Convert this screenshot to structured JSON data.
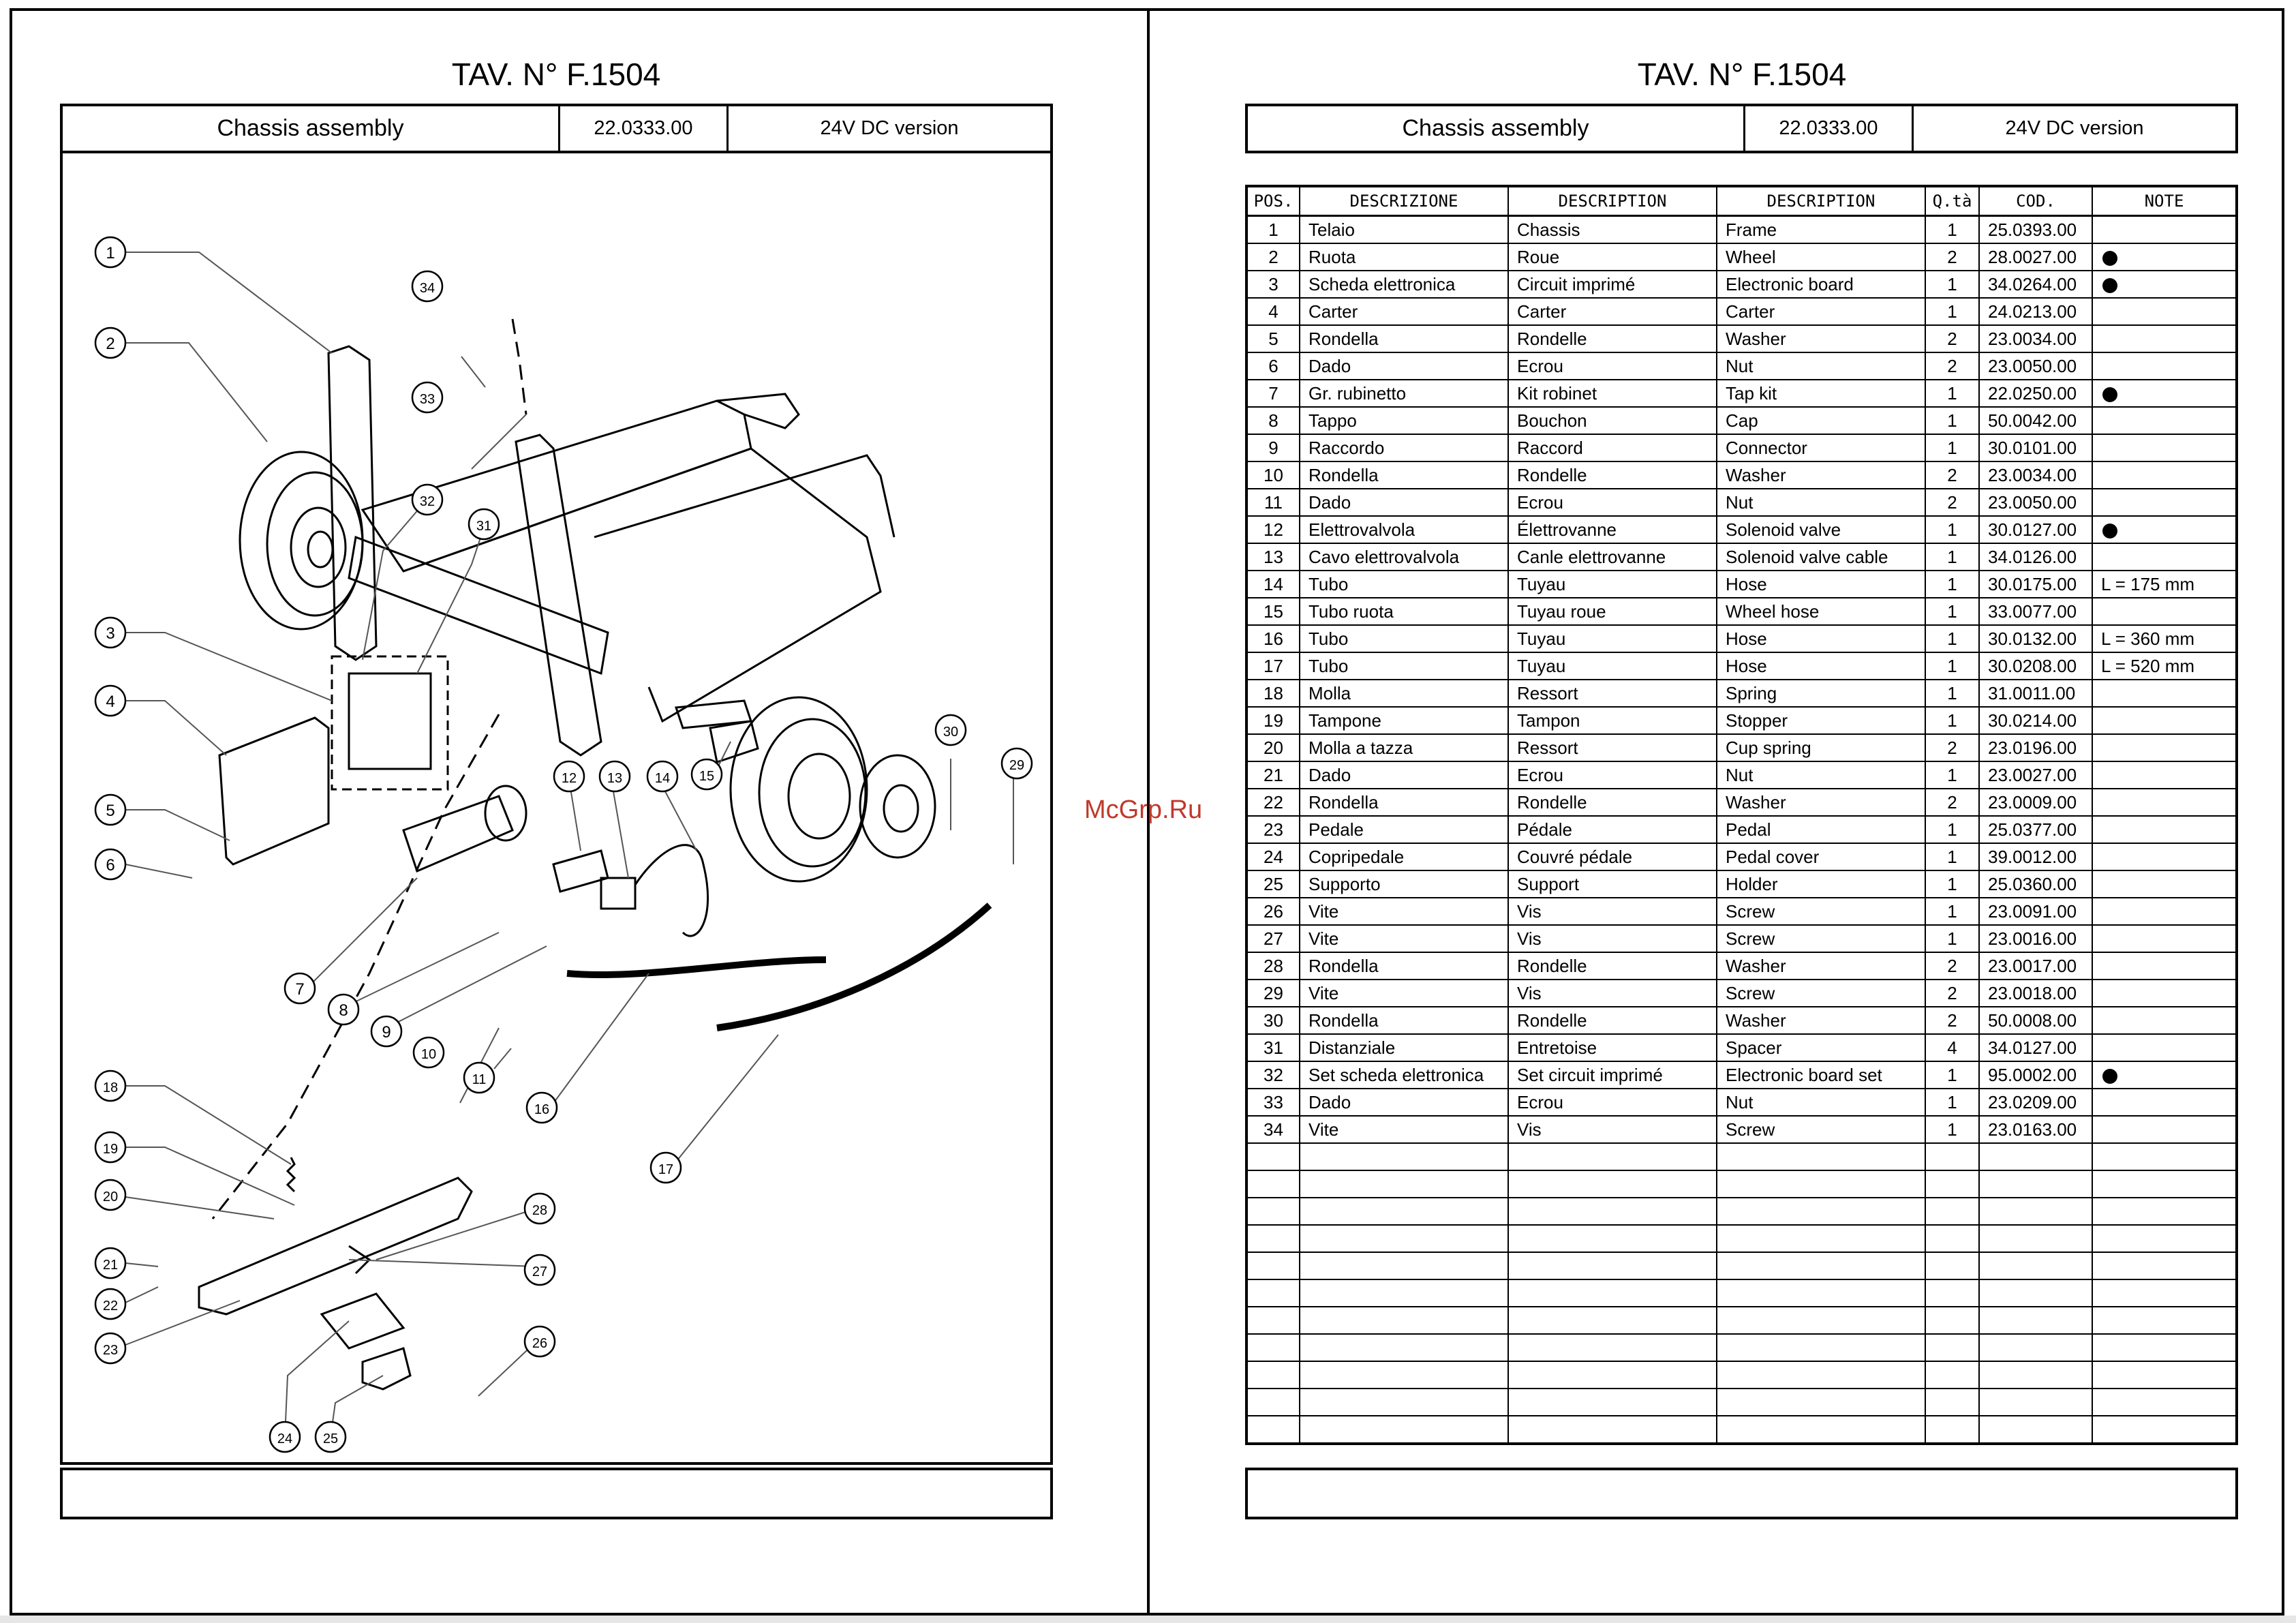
{
  "left_page": {
    "title": "TAV.  N° F.1504",
    "header": {
      "name": "Chassis assembly",
      "code": "22.0333.00",
      "version": "24V DC version"
    }
  },
  "right_page": {
    "title": "TAV.  N° F.1504",
    "header": {
      "name": "Chassis assembly",
      "code": "22.0333.00",
      "version": "24V DC version"
    }
  },
  "watermark": "McGrp.Ru",
  "diagram_callouts": [
    "1",
    "2",
    "3",
    "4",
    "5",
    "6",
    "7",
    "8",
    "9",
    "10",
    "11",
    "12",
    "13",
    "14",
    "15",
    "16",
    "17",
    "18",
    "19",
    "20",
    "21",
    "22",
    "23",
    "24",
    "25",
    "26",
    "27",
    "28",
    "29",
    "30",
    "31",
    "32",
    "33",
    "34"
  ],
  "table": {
    "columns": [
      "POS.",
      "DESCRIZIONE",
      "DESCRIPTION",
      "DESCRIPTION",
      "Q.tà",
      "COD.",
      "NOTE"
    ],
    "rows": [
      {
        "pos": "1",
        "it": "Telaio",
        "fr": "Chassis",
        "en": "Frame",
        "qty": "1",
        "code": "25.0393.00",
        "note": "",
        "dot": false
      },
      {
        "pos": "2",
        "it": "Ruota",
        "fr": "Roue",
        "en": "Wheel",
        "qty": "2",
        "code": "28.0027.00",
        "note": "",
        "dot": true
      },
      {
        "pos": "3",
        "it": "Scheda elettronica",
        "fr": "Circuit imprimé",
        "en": "Electronic board",
        "qty": "1",
        "code": "34.0264.00",
        "note": "",
        "dot": true
      },
      {
        "pos": "4",
        "it": "Carter",
        "fr": "Carter",
        "en": "Carter",
        "qty": "1",
        "code": "24.0213.00",
        "note": "",
        "dot": false
      },
      {
        "pos": "5",
        "it": "Rondella",
        "fr": "Rondelle",
        "en": "Washer",
        "qty": "2",
        "code": "23.0034.00",
        "note": "",
        "dot": false
      },
      {
        "pos": "6",
        "it": "Dado",
        "fr": "Ecrou",
        "en": "Nut",
        "qty": "2",
        "code": "23.0050.00",
        "note": "",
        "dot": false
      },
      {
        "pos": "7",
        "it": "Gr. rubinetto",
        "fr": "Kit robinet",
        "en": "Tap kit",
        "qty": "1",
        "code": "22.0250.00",
        "note": "",
        "dot": true
      },
      {
        "pos": "8",
        "it": "Tappo",
        "fr": "Bouchon",
        "en": "Cap",
        "qty": "1",
        "code": "50.0042.00",
        "note": "",
        "dot": false
      },
      {
        "pos": "9",
        "it": "Raccordo",
        "fr": "Raccord",
        "en": "Connector",
        "qty": "1",
        "code": "30.0101.00",
        "note": "",
        "dot": false
      },
      {
        "pos": "10",
        "it": "Rondella",
        "fr": "Rondelle",
        "en": "Washer",
        "qty": "2",
        "code": "23.0034.00",
        "note": "",
        "dot": false
      },
      {
        "pos": "11",
        "it": "Dado",
        "fr": "Ecrou",
        "en": "Nut",
        "qty": "2",
        "code": "23.0050.00",
        "note": "",
        "dot": false
      },
      {
        "pos": "12",
        "it": "Elettrovalvola",
        "fr": "Élettrovanne",
        "en": "Solenoid valve",
        "qty": "1",
        "code": "30.0127.00",
        "note": "",
        "dot": true
      },
      {
        "pos": "13",
        "it": "Cavo elettrovalvola",
        "fr": "Canle elettrovanne",
        "en": "Solenoid valve cable",
        "qty": "1",
        "code": "34.0126.00",
        "note": "",
        "dot": false
      },
      {
        "pos": "14",
        "it": "Tubo",
        "fr": "Tuyau",
        "en": "Hose",
        "qty": "1",
        "code": "30.0175.00",
        "note": "L = 175 mm",
        "dot": false
      },
      {
        "pos": "15",
        "it": "Tubo ruota",
        "fr": "Tuyau roue",
        "en": "Wheel hose",
        "qty": "1",
        "code": "33.0077.00",
        "note": "",
        "dot": false
      },
      {
        "pos": "16",
        "it": "Tubo",
        "fr": "Tuyau",
        "en": "Hose",
        "qty": "1",
        "code": "30.0132.00",
        "note": "L = 360 mm",
        "dot": false
      },
      {
        "pos": "17",
        "it": "Tubo",
        "fr": "Tuyau",
        "en": "Hose",
        "qty": "1",
        "code": "30.0208.00",
        "note": "L = 520 mm",
        "dot": false
      },
      {
        "pos": "18",
        "it": "Molla",
        "fr": "Ressort",
        "en": "Spring",
        "qty": "1",
        "code": "31.0011.00",
        "note": "",
        "dot": false
      },
      {
        "pos": "19",
        "it": "Tampone",
        "fr": "Tampon",
        "en": "Stopper",
        "qty": "1",
        "code": "30.0214.00",
        "note": "",
        "dot": false
      },
      {
        "pos": "20",
        "it": "Molla a tazza",
        "fr": "Ressort",
        "en": "Cup spring",
        "qty": "2",
        "code": "23.0196.00",
        "note": "",
        "dot": false
      },
      {
        "pos": "21",
        "it": "Dado",
        "fr": "Ecrou",
        "en": "Nut",
        "qty": "1",
        "code": "23.0027.00",
        "note": "",
        "dot": false
      },
      {
        "pos": "22",
        "it": "Rondella",
        "fr": "Rondelle",
        "en": "Washer",
        "qty": "2",
        "code": "23.0009.00",
        "note": "",
        "dot": false
      },
      {
        "pos": "23",
        "it": "Pedale",
        "fr": "Pédale",
        "en": "Pedal",
        "qty": "1",
        "code": "25.0377.00",
        "note": "",
        "dot": false
      },
      {
        "pos": "24",
        "it": "Copripedale",
        "fr": "Couvré pédale",
        "en": "Pedal cover",
        "qty": "1",
        "code": "39.0012.00",
        "note": "",
        "dot": false
      },
      {
        "pos": "25",
        "it": "Supporto",
        "fr": "Support",
        "en": "Holder",
        "qty": "1",
        "code": "25.0360.00",
        "note": "",
        "dot": false
      },
      {
        "pos": "26",
        "it": "Vite",
        "fr": "Vis",
        "en": "Screw",
        "qty": "1",
        "code": "23.0091.00",
        "note": "",
        "dot": false
      },
      {
        "pos": "27",
        "it": "Vite",
        "fr": "Vis",
        "en": "Screw",
        "qty": "1",
        "code": "23.0016.00",
        "note": "",
        "dot": false
      },
      {
        "pos": "28",
        "it": "Rondella",
        "fr": "Rondelle",
        "en": "Washer",
        "qty": "2",
        "code": "23.0017.00",
        "note": "",
        "dot": false
      },
      {
        "pos": "29",
        "it": "Vite",
        "fr": "Vis",
        "en": "Screw",
        "qty": "2",
        "code": "23.0018.00",
        "note": "",
        "dot": false
      },
      {
        "pos": "30",
        "it": "Rondella",
        "fr": "Rondelle",
        "en": "Washer",
        "qty": "2",
        "code": "50.0008.00",
        "note": "",
        "dot": false
      },
      {
        "pos": "31",
        "it": "Distanziale",
        "fr": "Entretoise",
        "en": "Spacer",
        "qty": "4",
        "code": "34.0127.00",
        "note": "",
        "dot": false
      },
      {
        "pos": "32",
        "it": "Set scheda elettronica",
        "fr": "Set circuit imprimé",
        "en": "Electronic board set",
        "qty": "1",
        "code": "95.0002.00",
        "note": "",
        "dot": true
      },
      {
        "pos": "33",
        "it": "Dado",
        "fr": "Ecrou",
        "en": "Nut",
        "qty": "1",
        "code": "23.0209.00",
        "note": "",
        "dot": false
      },
      {
        "pos": "34",
        "it": "Vite",
        "fr": "Vis",
        "en": "Screw",
        "qty": "1",
        "code": "23.0163.00",
        "note": "",
        "dot": false
      }
    ],
    "empty_rows": 11
  }
}
